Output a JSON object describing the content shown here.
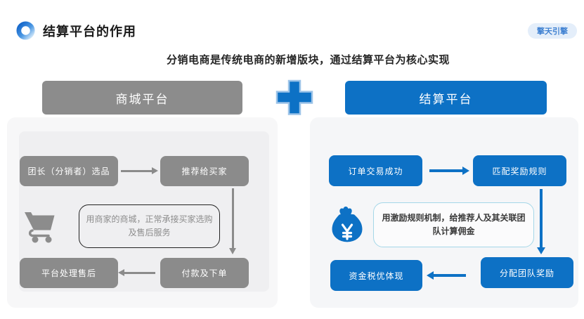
{
  "header": {
    "title": "结算平台的作用",
    "badge": "擎天引擎"
  },
  "subtitle": "分销电商是传统电商的新增版块，通过结算平台为核心实现",
  "left_panel": {
    "header": "商城平台",
    "step1": "团长（分销者）选品",
    "step2": "推荐给买家",
    "step3": "付款及下单",
    "step4": "平台处理售后",
    "note": "用商家的商城，正常承接买家选购及售后服务"
  },
  "right_panel": {
    "header": "结算平台",
    "step1": "订单交易成功",
    "step2": "匹配奖励规则",
    "step3": "分配团队奖励",
    "step4": "资金税优体现",
    "note": "用激励规则机制，给推荐人及其关联团队计算佣金"
  },
  "icons": {
    "logo": "ring-logo-icon",
    "plus": "plus-icon",
    "cart": "shopping-cart-icon",
    "money_bag": "money-bag-icon"
  },
  "colors": {
    "accent_blue": "#0d71c5",
    "gray": "#8b8b8b",
    "badge_bg": "#e4eefa",
    "badge_text": "#3e80d1",
    "panel_bg": "#f6f7f8",
    "note_border_dark": "#222222",
    "note_border_light": "#a5d7e8"
  }
}
